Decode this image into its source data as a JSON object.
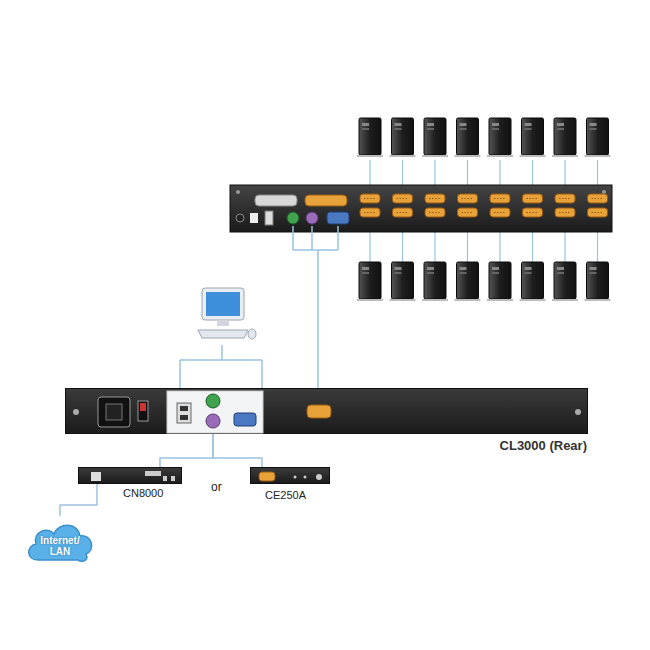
{
  "diagram": {
    "nodes": [
      {
        "text": [
          "CL3000 (Rear)"
        ]
      },
      {
        "text": [
          "CN8000"
        ]
      },
      {
        "text": [
          "CE250A"
        ]
      },
      {
        "text": [
          "Internet/ LAN"
        ]
      }
    ],
    "edges": [
      {
        "from": 0,
        "to": 1,
        "arrow": "none"
      },
      {
        "from": 0,
        "to": 2,
        "arrow": "none"
      },
      {
        "from": 1,
        "to": 3,
        "arrow": "none"
      }
    ],
    "labels": [
      "or"
    ]
  }
}
